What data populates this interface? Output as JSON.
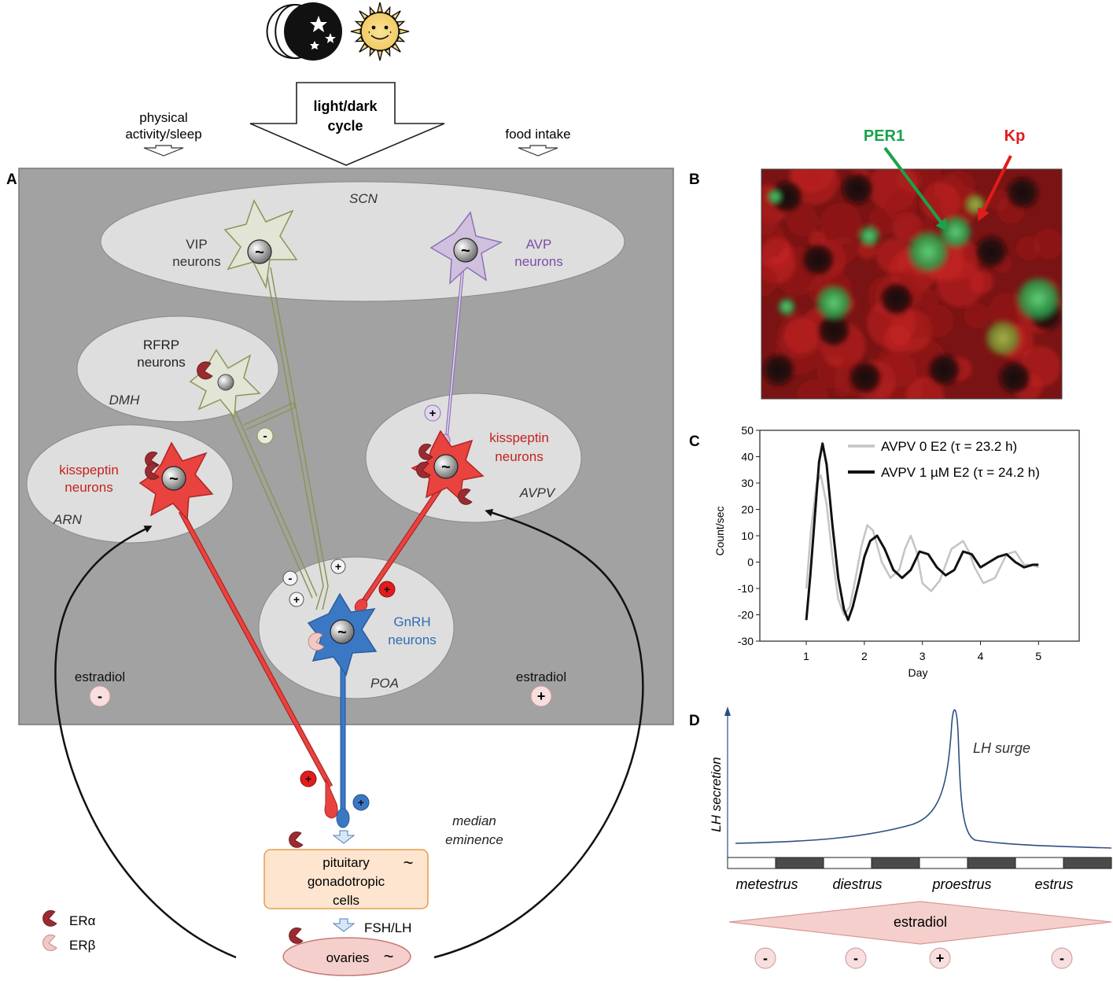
{
  "top": {
    "light_dark_cycle_line1": "light/dark",
    "light_dark_cycle_line2": "cycle",
    "physical_line1": "physical",
    "physical_line2": "activity/sleep",
    "food_intake": "food intake"
  },
  "panel_letters": {
    "a": "A",
    "b": "B",
    "c": "C",
    "d": "D"
  },
  "panel_a": {
    "scn": "SCN",
    "vip_line1": "VIP",
    "vip_line2": "neurons",
    "avp_line1": "AVP",
    "avp_line2": "neurons",
    "rfrp_line1": "RFRP",
    "rfrp_line2": "neurons",
    "dmh": "DMH",
    "kiss_line1": "kisspeptin",
    "kiss_line2": "neurons",
    "arn": "ARN",
    "avpv": "AVPV",
    "gnrh_line1": "GnRH",
    "gnrh_line2": "neurons",
    "poa": "POA",
    "estradiol": "estradiol",
    "median_line1": "median",
    "median_line2": "eminence",
    "pituitary_line1": "pituitary",
    "pituitary_line2": "gonadotropic",
    "pituitary_line3": "cells",
    "fsh_lh": "FSH/LH",
    "ovaries": "ovaries",
    "legend_er_alpha": "ERα",
    "legend_er_beta": "ERβ",
    "plus": "+",
    "minus": "-",
    "oscillator": "~"
  },
  "panel_b": {
    "per1": "PER1",
    "kp": "Kp"
  },
  "colors": {
    "gray_panel": "#a2a2a2",
    "region_fill": "#dedede",
    "kisspeptin_red": "#e8433f",
    "gnrh_blue": "#3b78c4",
    "avp_purple": "#cfc1dd",
    "vip_outline": "#8b9555",
    "per1_green": "#1aa14b",
    "kp_red": "#e21b1b",
    "lh_curve": "#2c4f82",
    "estradiol_pink": "#f2c7c4"
  },
  "chart_data": {
    "type": "line",
    "xlabel": "Day",
    "ylabel": "Count/sec",
    "xlim": [
      0.2,
      5.7
    ],
    "ylim": [
      -30,
      50
    ],
    "x_ticks": [
      1,
      2,
      3,
      4,
      5
    ],
    "y_ticks": [
      50,
      40,
      30,
      20,
      10,
      0,
      -10,
      -20,
      -30
    ],
    "grid": false,
    "legend_position": "top-right",
    "series": [
      {
        "name": "AVPV 0 E2 (τ = 23.2 h)",
        "color": "#c4c4c4",
        "x": [
          1.0,
          1.08,
          1.18,
          1.25,
          1.35,
          1.45,
          1.55,
          1.65,
          1.75,
          1.85,
          1.95,
          2.05,
          2.15,
          2.3,
          2.45,
          2.6,
          2.7,
          2.8,
          2.9,
          3.0,
          3.15,
          3.3,
          3.5,
          3.7,
          3.8,
          3.9,
          4.05,
          4.25,
          4.45,
          4.6,
          4.75,
          4.9,
          5.0
        ],
        "y": [
          -10,
          12,
          30,
          33,
          22,
          2,
          -14,
          -20,
          -17,
          -6,
          6,
          14,
          12,
          0,
          -6,
          -3,
          5,
          10,
          4,
          -8,
          -11,
          -7,
          5,
          8,
          4,
          -2,
          -8,
          -6,
          3,
          4,
          -1,
          -1,
          -2
        ]
      },
      {
        "name": "AVPV 1 µM E2 (τ = 24.2 h)",
        "color": "#111111",
        "x": [
          1.0,
          1.07,
          1.15,
          1.22,
          1.28,
          1.35,
          1.45,
          1.55,
          1.65,
          1.72,
          1.8,
          1.9,
          2.0,
          2.1,
          2.22,
          2.35,
          2.5,
          2.65,
          2.8,
          2.95,
          3.1,
          3.25,
          3.4,
          3.55,
          3.7,
          3.85,
          4.0,
          4.15,
          4.3,
          4.45,
          4.6,
          4.75,
          4.9,
          5.0
        ],
        "y": [
          -22,
          -5,
          18,
          38,
          45,
          37,
          14,
          -6,
          -18,
          -22,
          -17,
          -8,
          2,
          8,
          10,
          5,
          -3,
          -6,
          -3,
          4,
          3,
          -2,
          -5,
          -3,
          4,
          3,
          -2,
          0,
          2,
          3,
          0,
          -2,
          -1,
          -1
        ]
      }
    ]
  },
  "panel_d": {
    "ylabel": "LH secretion",
    "lh_surge": "LH surge",
    "phases": [
      "metestrus",
      "diestrus",
      "proestrus",
      "estrus"
    ],
    "estradiol": "estradiol",
    "signs": [
      "-",
      "-",
      "+",
      "-"
    ]
  }
}
